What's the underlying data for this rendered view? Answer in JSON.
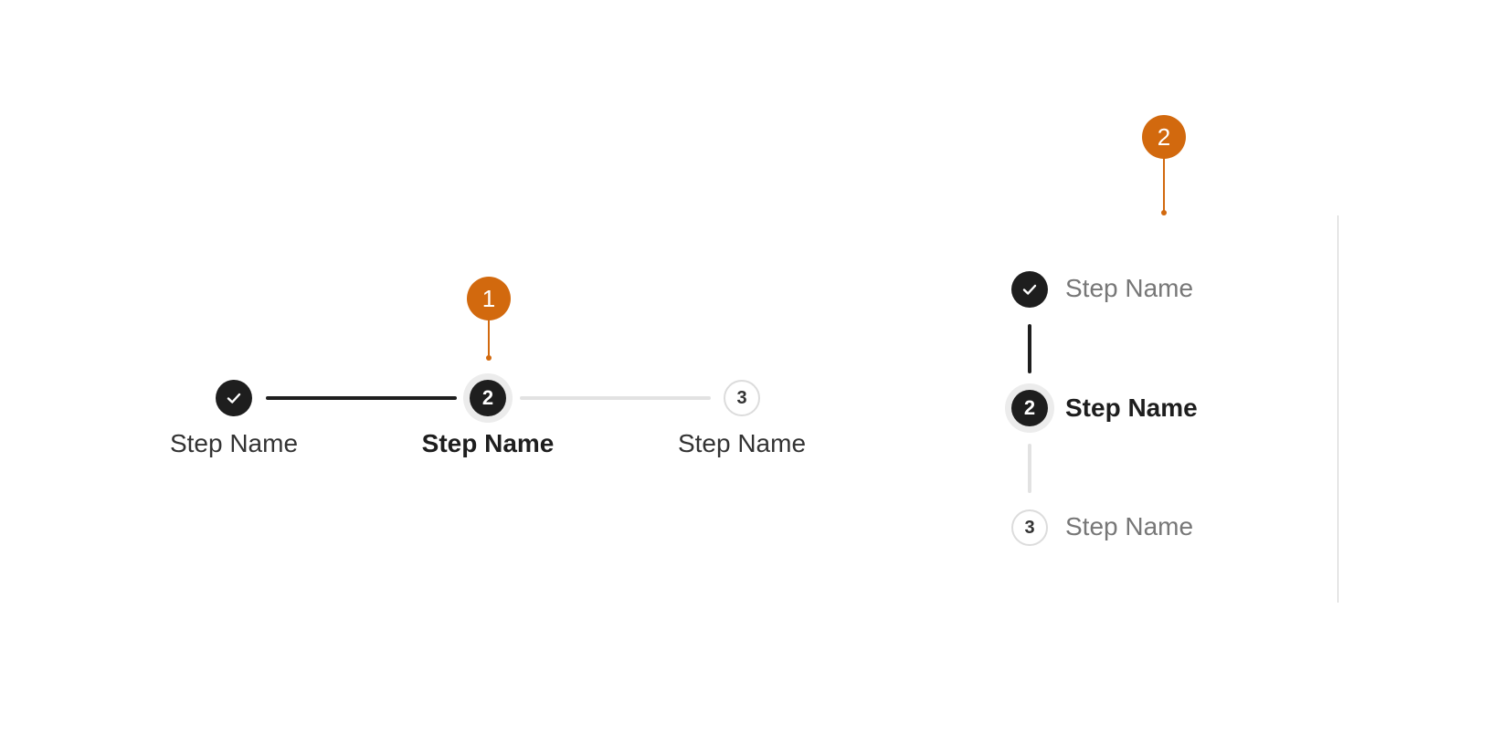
{
  "annotations": [
    {
      "label": "1"
    },
    {
      "label": "2"
    }
  ],
  "horizontal_stepper": {
    "steps": [
      {
        "label": "Step Name",
        "state": "completed",
        "icon": "check-icon"
      },
      {
        "label": "Step Name",
        "state": "current",
        "number": "2"
      },
      {
        "label": "Step Name",
        "state": "upcoming",
        "number": "3"
      }
    ]
  },
  "vertical_stepper": {
    "steps": [
      {
        "label": "Step Name",
        "state": "completed",
        "icon": "check-icon"
      },
      {
        "label": "Step Name",
        "state": "current",
        "number": "2"
      },
      {
        "label": "Step Name",
        "state": "upcoming",
        "number": "3"
      }
    ]
  },
  "colors": {
    "accent": "#d2690e",
    "completed": "#1e1e1e",
    "upcoming_line": "#e2e2e2",
    "upcoming_text": "#777777"
  }
}
